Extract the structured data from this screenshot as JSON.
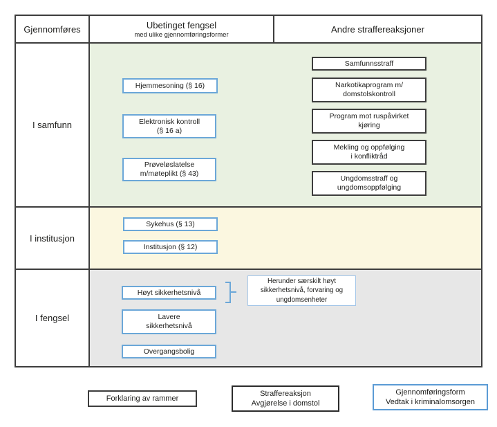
{
  "header": {
    "col1": "Gjennomføres",
    "col2_title": "Ubetinget fengsel",
    "col2_subtitle": "med ulike gjennomføringsformer",
    "col3": "Andre straffereaksjoner"
  },
  "rows": {
    "samfunn": {
      "label": "I samfunn",
      "execution_forms": [
        "Hjemmesoning (§ 16)",
        "Elektronisk kontroll\n(§ 16 a)",
        "Prøveløslatelse\nm/møteplikt (§ 43)"
      ],
      "reactions": [
        "Samfunnsstraff",
        "Narkotikaprogram m/\ndomstolskontroll",
        "Program mot ruspåvirket\nkjøring",
        "Mekling og oppfølging\ni konfliktråd",
        "Ungdomsstraff og\nungdomsoppfølging"
      ]
    },
    "institusjon": {
      "label": "I institusjon",
      "execution_forms": [
        "Sykehus (§ 13)",
        "Institusjon (§ 12)"
      ]
    },
    "fengsel": {
      "label": "I fengsel",
      "execution_forms": [
        "Høyt sikkerhetsnivå",
        "Lavere\nsikkerhetsnivå",
        "Overgangsbolig"
      ],
      "note": "Herunder særskilt høyt\nsikkerhetsnivå, forvaring og\nungdomsenheter"
    }
  },
  "legend": {
    "title": "Forklaring av rammer",
    "court": "Straffereaksjon\nAvgjørelse i domstol",
    "corrections": "Gjennomføringsform\nVedtak i kriminalomsorgen"
  },
  "colors": {
    "grid_border": "#3d3d3d",
    "court_box_border": "#3d3d3d",
    "corrections_box_border": "#6ba7d8",
    "note_box_border": "#a3c6e8",
    "row_samfunn_bg": "#e9f1e1",
    "row_institusjon_bg": "#fbf7e0",
    "row_fengsel_bg": "#e7e7e7"
  }
}
